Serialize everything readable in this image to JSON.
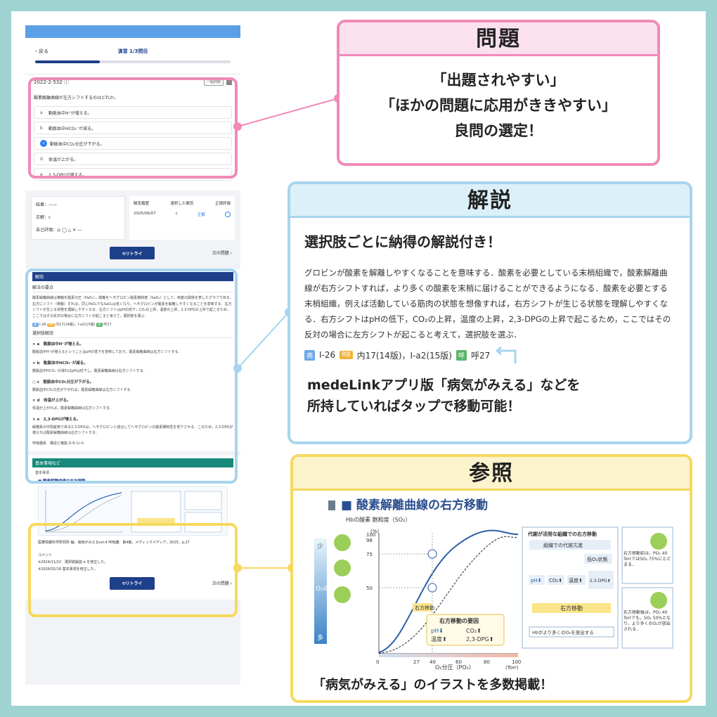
{
  "phone": {
    "back": "‹ 戻る",
    "quiz_title": "演習 1/3問目",
    "progress": 0.33,
    "question_id": "2022-2-532 ⓘ",
    "badge": "一般問題",
    "stem": "酸素解離曲線が左方シフトするのはどれか。",
    "options": [
      {
        "letter": "a",
        "text": "動脈血中H⁺が増える。"
      },
      {
        "letter": "b",
        "text": "動脈血中HCO₃⁻が減る。"
      },
      {
        "letter": "c",
        "text": "動脈血中CO₂分圧が下がる。"
      },
      {
        "letter": "d",
        "text": "体温が上がる。"
      },
      {
        "letter": "e",
        "text": "2,3-DPGが増える。"
      }
    ],
    "result_label": "結果：——",
    "answer_label": "正解：c",
    "self_eval": "自己評価：◎ ◯ △ ✕ —",
    "history_headers": [
      "解答履歴",
      "選択した解答",
      "正誤評価"
    ],
    "history_row": [
      "2025/06/07",
      "c",
      "正解"
    ],
    "retry": "⟲リトライ",
    "next": "次の問題 ›",
    "expl_header": "解説",
    "expl_point": "解法の要点",
    "expl_text": "酸素解離曲線は横軸を酸素分圧（PaO₂），縦軸をヘモグロビン酸素飽和度（SaO₂）として，両者の関係を表したグラフである．右方にシフト（移動）すれば，同じPaO₂でもSaO₂は低くなり，ヘモグロビンが酸素を解離しやすくなることを意味する．右方シフトが生じる状態を理解しやすくなる．右方シフトはpHの低下，CO₂の上昇，温度の上昇，2,3-DPGの上昇で起こるため，ここではその反対の場合に左方シフトが起こると考えて，選択肢を選ぶ．",
    "refs": [
      "I-26",
      "内17(14版)，I-a2(15版)",
      "呼27"
    ],
    "choice_header": "選択肢解説",
    "choices": [
      {
        "head": "× a　動脈血中H⁺が増える。",
        "body": "動脈血中H⁺が増えるということはpHの低下を意味しており，酸素解離曲線は右方シフトする．"
      },
      {
        "head": "× b　動脈血中HCO₃⁻が減る。",
        "body": "動脈血中HCO₃⁻が減ればpHは低下し，酸素解離曲線は右方シフトする．"
      },
      {
        "head": "○ c　動脈血中CO₂分圧が下がる。",
        "body": "動脈血中CO₂分圧が下がれば，酸素解離曲線は左方シフトする．"
      },
      {
        "head": "× d　体温が上がる。",
        "body": "体温が上がれば，酸素解離曲線は右方シフトする．"
      },
      {
        "head": "× e　2,3-DPGが増える。",
        "body": "解糖系の中間産物である2,3-DPGは，ヘモグロビンと結合してヘモグロビンの酸素親和性を低下させる．このため，2,3-DPGが増えれば酸素解離曲線は右方シフトする．"
      }
    ],
    "category": "呼吸器系　構造と機能 D-6-1)-②",
    "basic_header": "基本事項など",
    "basic_sub": "基本事項",
    "thumb_title": "■ 酸素解離曲線の右方移動",
    "cite": "医療情報科学研究所 編：病気がみえるvol.4 呼吸器．第4版，メディックメディア，2025，p.27",
    "comment_label": "コメント",
    "comments": [
      "※2024/11/22　選択肢解説 e を修正した。",
      "※2026/02/18 基本事項を修正した。"
    ]
  },
  "cards": {
    "problem": {
      "title": "問題",
      "lines": [
        "「出題されやすい」",
        "「ほかの問題に応用がききやすい」",
        "良問の選定！"
      ]
    },
    "explanation": {
      "title": "解説",
      "lead": "選択肢ごとに納得の解説付き！",
      "para": "グロビンが酸素を解離しやすくなることを意味する．酸素を必要としている末梢組織で，酸素解離曲線が右方シフトすれば，より多くの酸素を末梢に届けることができるようになる．酸素を必要とする末梢組織，例えば活動している筋肉の状態を想像すれば，右方シフトが生じる状態を理解しやすくなる．右方シフトはpHの低下，CO₂の上昇，温度の上昇，2,3-DPGの上昇で起こるため，ここではその反対の場合に左方シフトが起こると考えて，選択肢を選ぶ．",
      "refs": [
        "I-26",
        "内17(14版)，I-a2(15版)",
        "呼27"
      ],
      "note_lines": [
        "medeLinkアプリ版「病気がみえる」などを",
        "所持していればタップで移動可能！"
      ]
    },
    "reference": {
      "title": "参照",
      "caption": "「病気がみえる」のイラストを多数掲載！",
      "figure": {
        "title": "■ 酸素解離曲線の右方移動",
        "yaxis_label": "Hbの酸素\n飽和度（SO₂）",
        "yunit": "(%)",
        "y_ticks": [
          "100",
          "98",
          "75",
          "50"
        ],
        "x_ticks": [
          "0",
          "27",
          "40",
          "60",
          "80",
          "100"
        ],
        "xlabel": "O₂分圧（PO₂）",
        "xunit": "(Torr)",
        "left_side": [
          "少",
          "O₂の放出",
          "多"
        ],
        "factor_box_title": "右方移動の要因",
        "factors": [
          "pH⬇",
          "CO₂⬆",
          "温度⬆",
          "2,3-DPG⬆"
        ],
        "flow_title": "代謝が活発な組織での右方移動",
        "flow_top": "組織での代謝亢進",
        "flow_items": [
          "pH⬇",
          "CO₂⬆",
          "温度⬆",
          "2,3-DPG⬆",
          "低O₂状態"
        ],
        "flow_result": "右方移動",
        "flow_final": "Hbがより多くのO₂を放出する",
        "note1": "右方移動前は，PO₂ 40 TorrではSO₂ 75%にとどまる．",
        "note2": "右方移動後は，PO₂ 40 Torrでも，SO₂ 50%となり，より多くのO₂が放出される．",
        "shift_label": "右方移動"
      }
    }
  }
}
